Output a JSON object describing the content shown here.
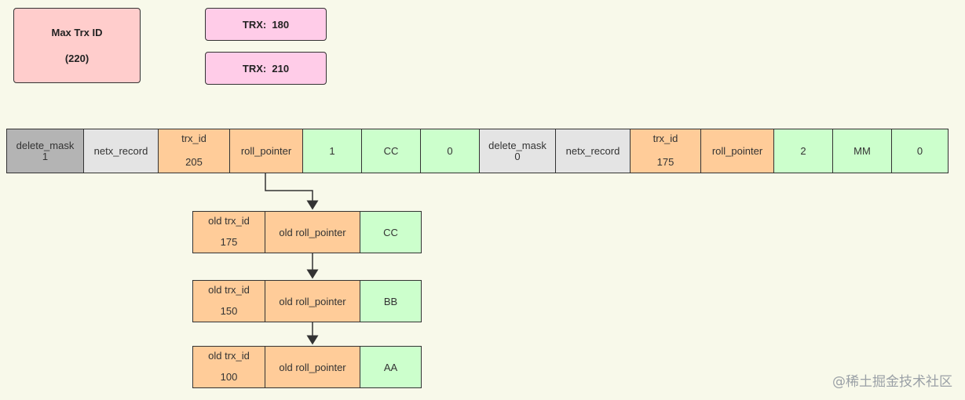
{
  "max_trx": {
    "title": "Max Trx ID",
    "value": "(220)"
  },
  "active_trx": [
    "TRX:  180",
    "TRX:  210"
  ],
  "record": [
    {
      "line1": "delete_mask",
      "line2": "1",
      "color": "#b4b4b4"
    },
    {
      "line1": "netx_record",
      "color": "#e4e4e4"
    },
    {
      "line1": "trx_id",
      "line2": "205",
      "color": "#ffcc99"
    },
    {
      "line1": "roll_pointer",
      "color": "#ffcc99"
    },
    {
      "line1": "1",
      "color": "#ccffcc"
    },
    {
      "line1": "CC",
      "color": "#ccffcc"
    },
    {
      "line1": "0",
      "color": "#ccffcc"
    },
    {
      "line1": "delete_mask",
      "line2": "0",
      "color": "#e4e4e4"
    },
    {
      "line1": "netx_record",
      "color": "#e4e4e4"
    },
    {
      "line1": "trx_id",
      "line2": "175",
      "color": "#ffcc99"
    },
    {
      "line1": "roll_pointer",
      "color": "#ffcc99"
    },
    {
      "line1": "2",
      "color": "#ccffcc"
    },
    {
      "line1": "MM",
      "color": "#ccffcc"
    },
    {
      "line1": "0",
      "color": "#ccffcc"
    }
  ],
  "undo_log": [
    {
      "old_trx_label": "old trx_id",
      "old_trx_value": "175",
      "pointer_label": "old roll_pointer",
      "value": "CC"
    },
    {
      "old_trx_label": "old trx_id",
      "old_trx_value": "150",
      "pointer_label": "old roll_pointer",
      "value": "BB"
    },
    {
      "old_trx_label": "old trx_id",
      "old_trx_value": "100",
      "pointer_label": "old roll_pointer",
      "value": "AA"
    }
  ],
  "watermark": "@稀土掘金技术社区"
}
